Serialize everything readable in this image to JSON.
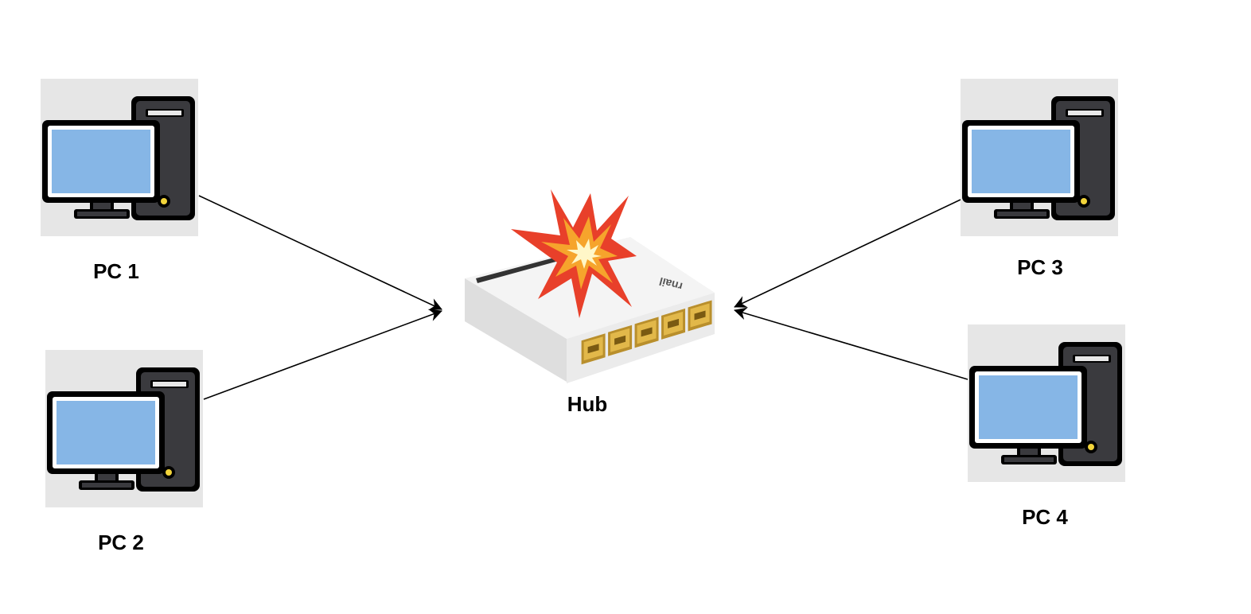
{
  "diagram": {
    "hub": {
      "label": "Hub",
      "brand_text": "rnail",
      "burst_icon": "collision-burst-icon"
    },
    "pcs": [
      {
        "id": "pc1",
        "label": "PC 1",
        "icon": "desktop-computer-icon"
      },
      {
        "id": "pc2",
        "label": "PC 2",
        "icon": "desktop-computer-icon"
      },
      {
        "id": "pc3",
        "label": "PC 3",
        "icon": "desktop-computer-icon"
      },
      {
        "id": "pc4",
        "label": "PC 4",
        "icon": "desktop-computer-icon"
      }
    ],
    "edges": [
      {
        "from": "pc1",
        "to": "hub"
      },
      {
        "from": "pc2",
        "to": "hub"
      },
      {
        "from": "pc3",
        "to": "hub"
      },
      {
        "from": "pc4",
        "to": "hub"
      }
    ],
    "colors": {
      "tile_bg": "#e6e6e6",
      "screen": "#86b6e6",
      "case": "#3a3a3e",
      "power_led": "#f2d43a",
      "hub_body": "#eeeeee",
      "port": "#e2b84a",
      "burst_outer": "#e8402a",
      "burst_mid": "#f6a42c",
      "burst_inner": "#fff7c8"
    }
  }
}
